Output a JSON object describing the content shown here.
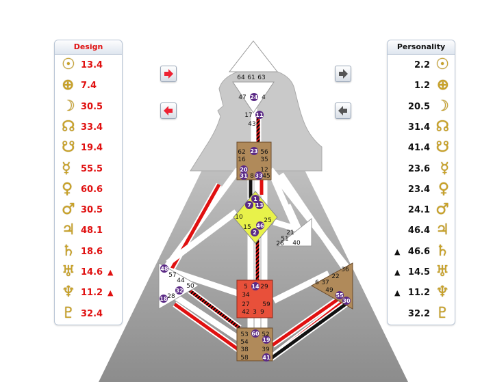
{
  "design": {
    "title": "Design",
    "rows": [
      {
        "icon": "sun-icon",
        "glyph": "☉",
        "value": "13.4",
        "mark": ""
      },
      {
        "icon": "earth-icon",
        "glyph": "⊕",
        "value": "7.4",
        "mark": ""
      },
      {
        "icon": "moon-icon",
        "glyph": "☽",
        "value": "30.5",
        "mark": ""
      },
      {
        "icon": "north-node-icon",
        "glyph": "☊",
        "value": "33.4",
        "mark": ""
      },
      {
        "icon": "south-node-icon",
        "glyph": "☋",
        "value": "19.4",
        "mark": ""
      },
      {
        "icon": "mercury-icon",
        "glyph": "☿",
        "value": "55.5",
        "mark": ""
      },
      {
        "icon": "venus-icon",
        "glyph": "♀",
        "value": "60.6",
        "mark": ""
      },
      {
        "icon": "mars-icon",
        "glyph": "♂",
        "value": "30.5",
        "mark": ""
      },
      {
        "icon": "jupiter-icon",
        "glyph": "♃",
        "value": "48.1",
        "mark": ""
      },
      {
        "icon": "saturn-icon",
        "glyph": "♄",
        "value": "18.6",
        "mark": ""
      },
      {
        "icon": "uranus-icon",
        "glyph": "♅",
        "value": "14.6",
        "mark": "▲"
      },
      {
        "icon": "neptune-icon",
        "glyph": "♆",
        "value": "11.2",
        "mark": "▲"
      },
      {
        "icon": "pluto-icon",
        "glyph": "♇",
        "value": "32.4",
        "mark": ""
      }
    ]
  },
  "personality": {
    "title": "Personality",
    "rows": [
      {
        "icon": "sun-icon",
        "glyph": "☉",
        "value": "2.2",
        "mark": ""
      },
      {
        "icon": "earth-icon",
        "glyph": "⊕",
        "value": "1.2",
        "mark": ""
      },
      {
        "icon": "moon-icon",
        "glyph": "☽",
        "value": "20.5",
        "mark": ""
      },
      {
        "icon": "north-node-icon",
        "glyph": "☊",
        "value": "31.4",
        "mark": ""
      },
      {
        "icon": "south-node-icon",
        "glyph": "☋",
        "value": "41.4",
        "mark": ""
      },
      {
        "icon": "mercury-icon",
        "glyph": "☿",
        "value": "23.6",
        "mark": ""
      },
      {
        "icon": "venus-icon",
        "glyph": "♀",
        "value": "23.4",
        "mark": ""
      },
      {
        "icon": "mars-icon",
        "glyph": "♂",
        "value": "24.1",
        "mark": ""
      },
      {
        "icon": "jupiter-icon",
        "glyph": "♃",
        "value": "46.4",
        "mark": ""
      },
      {
        "icon": "saturn-icon",
        "glyph": "♄",
        "value": "46.6",
        "mark": "▲"
      },
      {
        "icon": "uranus-icon",
        "glyph": "♅",
        "value": "14.5",
        "mark": "▲"
      },
      {
        "icon": "neptune-icon",
        "glyph": "♆",
        "value": "11.2",
        "mark": "▲"
      },
      {
        "icon": "pluto-icon",
        "glyph": "♇",
        "value": "32.2",
        "mark": ""
      }
    ]
  },
  "colors": {
    "design_red": "#e01010",
    "active_gate": "#5b2a86",
    "planet_gold": "#c9a227",
    "g_center": "#e8f24a",
    "sacral_center": "#e8503a",
    "brown_center": "#b08a5a"
  },
  "nav_buttons": [
    {
      "name": "design-forward-button",
      "icon": "arrow-right-red-icon"
    },
    {
      "name": "design-back-button",
      "icon": "arrow-left-red-icon"
    },
    {
      "name": "personality-forward-button",
      "icon": "arrow-right-grey-icon"
    },
    {
      "name": "personality-back-button",
      "icon": "arrow-left-grey-icon"
    }
  ],
  "bodygraph": {
    "head_gates": [
      "64",
      "61",
      "63"
    ],
    "ajna_gates": [
      "47",
      "24",
      "4",
      "17",
      "11",
      "43"
    ],
    "throat_gates": [
      "62",
      "23",
      "56",
      "16",
      "35",
      "20",
      "12",
      "31",
      "8",
      "33",
      "45"
    ],
    "g_gates": [
      "1",
      "7",
      "13",
      "10",
      "15",
      "46",
      "25",
      "2"
    ],
    "ego_gates": [
      "21",
      "51",
      "26",
      "40"
    ],
    "spleen_gates": [
      "48",
      "57",
      "44",
      "50",
      "32",
      "28",
      "18"
    ],
    "sacral_gates": [
      "5",
      "14",
      "29",
      "34",
      "27",
      "59",
      "42",
      "3",
      "9"
    ],
    "solar_plexus_gates": [
      "36",
      "22",
      "37",
      "6",
      "49",
      "55",
      "30"
    ],
    "root_gates": [
      "53",
      "60",
      "52",
      "54",
      "19",
      "38",
      "39",
      "58",
      "41"
    ],
    "active_gates": [
      "24",
      "11",
      "23",
      "20",
      "31",
      "33",
      "1",
      "7",
      "13",
      "46",
      "2",
      "48",
      "32",
      "18",
      "14",
      "60",
      "19",
      "41",
      "55",
      "30"
    ]
  }
}
